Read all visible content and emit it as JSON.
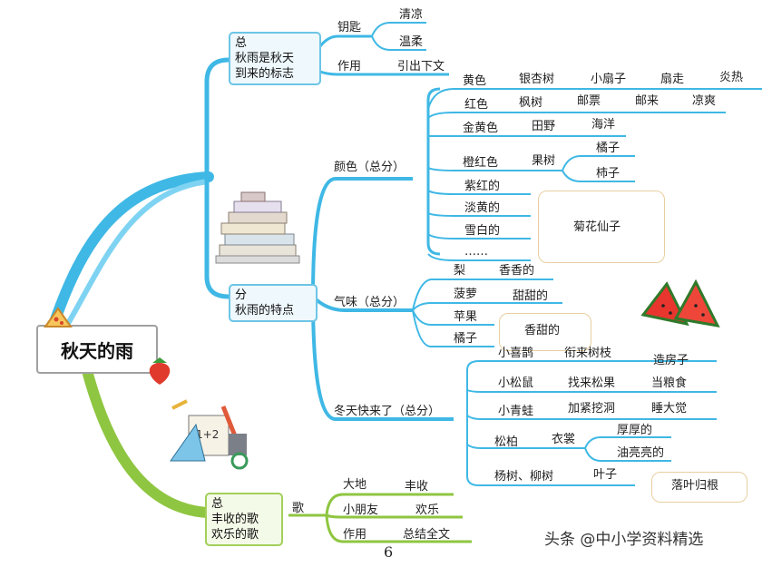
{
  "root": {
    "title": "秋天的雨"
  },
  "branch_total": {
    "line1": "总",
    "line2": "秋雨是秋天",
    "line3": "到来的标志"
  },
  "key": {
    "label": "钥匙",
    "item1": "清凉",
    "item2": "温柔"
  },
  "role1": {
    "label": "作用",
    "value": "引出下文"
  },
  "branch_parts": {
    "line1": "分",
    "line2": "秋雨的特点"
  },
  "color": {
    "label": "颜色（总分）",
    "yellow": [
      "黄色",
      "银杏树",
      "小扇子",
      "扇走",
      "炎热"
    ],
    "red": [
      "红色",
      "枫树",
      "邮票",
      "邮来",
      "凉爽"
    ],
    "gold": [
      "金黄色",
      "田野",
      "海洋"
    ],
    "orange": [
      "橙红色",
      "果树",
      "橘子",
      "柿子"
    ],
    "purple": "紫红的",
    "light_yellow": "淡黄的",
    "snow_white": "雪白的",
    "ellipsis": "……",
    "chrysanthemum": "菊花仙子"
  },
  "smell": {
    "label": "气味（总分）",
    "pear": [
      "梨",
      "香香的"
    ],
    "pineapple": [
      "菠萝",
      "甜甜的"
    ],
    "apple": "苹果",
    "tangerine": "橘子",
    "sweet_fragrant": "香甜的"
  },
  "winter": {
    "label": "冬天快来了（总分）",
    "magpie": [
      "小喜鹊",
      "衔来树枝",
      "造房子"
    ],
    "squirrel": [
      "小松鼠",
      "找来松果",
      "当粮食"
    ],
    "frog": [
      "小青蛙",
      "加紧挖洞",
      "睡大觉"
    ],
    "pine": [
      "松柏",
      "衣裳",
      "厚厚的",
      "油亮亮的"
    ],
    "poplar": [
      "杨树、柳树",
      "叶子",
      "落叶归根"
    ]
  },
  "branch_song": {
    "line1": "总",
    "line2": "丰收的歌",
    "line3": "欢乐的歌"
  },
  "song": {
    "label": "歌",
    "earth": [
      "大地",
      "丰收"
    ],
    "kids": [
      "小朋友",
      "欢乐"
    ],
    "role": [
      "作用",
      "总结全文"
    ]
  },
  "page_number": "6",
  "watermark": "头条 @中小学资料精选",
  "colors": {
    "blue": "#3fb8e5",
    "green": "#8fc641",
    "brace": "#e8cfa0"
  }
}
